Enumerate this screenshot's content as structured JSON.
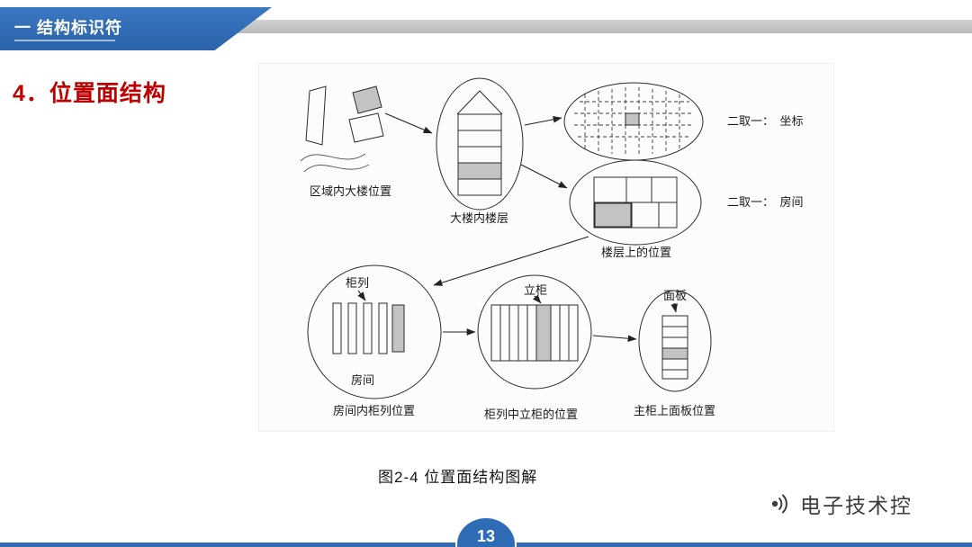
{
  "slide": {
    "banner_label": "一 结构标识符",
    "section_title": "4．位置面结构",
    "page_number": "13",
    "watermark_text": "电子技术控"
  },
  "figure": {
    "caption": "图2-4 位置面结构图解",
    "labels": {
      "map": "区域内大楼位置",
      "building": "大楼内楼层",
      "coord": "二取一：　坐标",
      "floor_pos": "楼层上的位置",
      "room_opt": "二取一：　房间",
      "cabinet_row": "柜列",
      "room": "房间",
      "cabinet_row_caption": "房间内柜列位置",
      "cabinet": "立柜",
      "cabinet_caption": "柜列中立柜的位置",
      "panel": "面板",
      "panel_caption": "主柜上面板位置"
    }
  },
  "colors": {
    "banner_blue": "#2e6cb5",
    "title_red": "#c00000",
    "header_gray": "#c6c6c6",
    "footer_blue": "#2e6cb5",
    "shade_gray": "#c3c3c3"
  }
}
